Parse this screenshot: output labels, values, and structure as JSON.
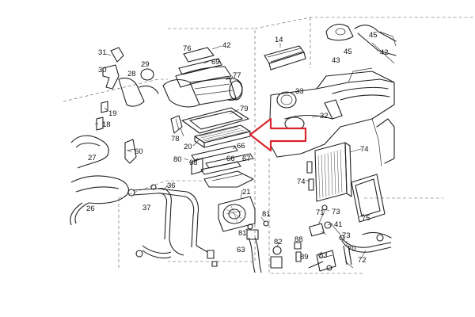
{
  "diagram": {
    "accent_color": "#d9262c",
    "callouts": {
      "c14": "14",
      "c20": "20",
      "c21": "21",
      "c26": "26",
      "c27": "27",
      "c28": "28",
      "c29": "29",
      "c30": "30",
      "c31": "31",
      "c32": "32",
      "c33": "33",
      "c36": "36",
      "c37": "37",
      "c41": "41",
      "c42": "42",
      "c43": "43",
      "c45a": "45",
      "c45b": "45",
      "c60": "60",
      "c63": "63",
      "c66a": "66",
      "c66b": "66",
      "c67": "67",
      "c68": "68",
      "c69": "69",
      "c70": "70",
      "c71": "71",
      "c72": "72",
      "c73a": "73",
      "c73b": "73",
      "c74a": "74",
      "c74b": "74",
      "c75": "75",
      "c76": "76",
      "c77": "77",
      "c78": "78",
      "c79": "79",
      "c80": "80",
      "c81a": "81",
      "c81b": "81",
      "c82": "82",
      "c83": "83",
      "c88": "88",
      "c89": "89",
      "c19": "19",
      "c18": "18",
      "c42b": "42"
    },
    "highlight_arrow_icon": "arrow-left-outline-icon"
  }
}
